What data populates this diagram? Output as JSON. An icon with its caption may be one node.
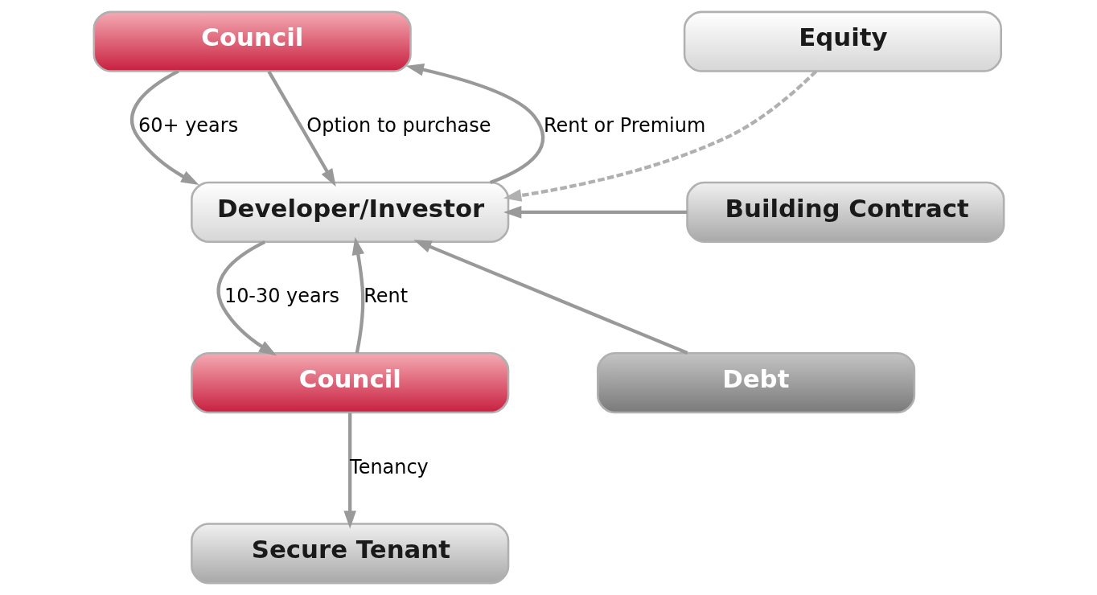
{
  "diagram": {
    "nodes": [
      {
        "text": [
          "Council"
        ]
      },
      {
        "text": [
          "Equity"
        ]
      },
      {
        "text": [
          "Developer/Investor"
        ]
      },
      {
        "text": [
          "Building Contract"
        ]
      },
      {
        "text": [
          "Council"
        ]
      },
      {
        "text": [
          "Debt"
        ]
      },
      {
        "text": [
          "Secure Tenant"
        ]
      }
    ],
    "edges": [
      {
        "from": 2,
        "to": 0,
        "arrow": "to",
        "label": "Rent or Premium"
      },
      {
        "from": 0,
        "to": 2,
        "arrow": "to",
        "label": "60+ years"
      },
      {
        "from": 0,
        "to": 2,
        "arrow": "to",
        "label": "Option to purchase"
      },
      {
        "from": 1,
        "to": 2,
        "arrow": "to",
        "style": "dashed"
      },
      {
        "from": 3,
        "to": 2,
        "arrow": "to"
      },
      {
        "from": 5,
        "to": 2,
        "arrow": "to"
      },
      {
        "from": 4,
        "to": 2,
        "arrow": "to",
        "label": "Rent"
      },
      {
        "from": 2,
        "to": 4,
        "arrow": "to",
        "label": "10-30 years"
      },
      {
        "from": 4,
        "to": 6,
        "arrow": "to",
        "label": "Tenancy"
      }
    ]
  }
}
